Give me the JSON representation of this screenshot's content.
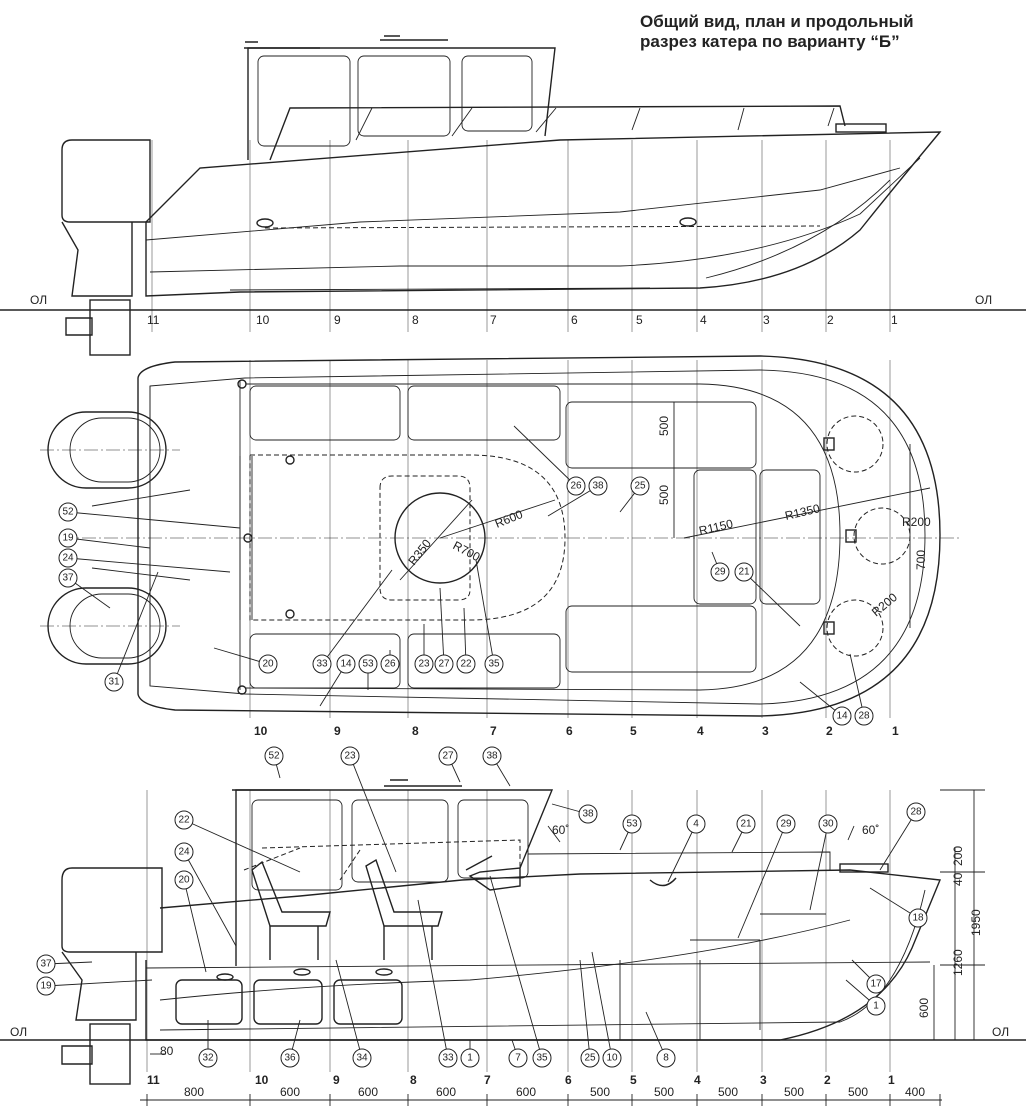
{
  "title": {
    "line1": "Общий вид, план и продольный",
    "line2": "разрез катера по варианту “Б”"
  },
  "waterline_label": "ОЛ",
  "frames": {
    "top": [
      "11",
      "10",
      "9",
      "8",
      "7",
      "6",
      "5",
      "4",
      "3",
      "2",
      "1"
    ],
    "plan": [
      "10",
      "9",
      "8",
      "7",
      "6",
      "5",
      "4",
      "3",
      "2",
      "1"
    ],
    "bottom": [
      "11",
      "10",
      "9",
      "8",
      "7",
      "6",
      "5",
      "4",
      "3",
      "2",
      "1"
    ]
  },
  "spacing": [
    "800",
    "600",
    "600",
    "600",
    "600",
    "500",
    "500",
    "500",
    "500",
    "500",
    "400"
  ],
  "plan_callouts": [
    "52",
    "19",
    "24",
    "37",
    "31",
    "20",
    "33",
    "14",
    "53",
    "26",
    "23",
    "27",
    "22",
    "35",
    "26",
    "38",
    "25",
    "29",
    "21",
    "14",
    "28"
  ],
  "plan_dims": {
    "d500a": "500",
    "d500b": "500",
    "d700": "700",
    "r1150": "R1150",
    "r1350": "R1350",
    "r200a": "R200",
    "r200b": "R200",
    "r600": "R600",
    "r350": "R350",
    "r700": "R700"
  },
  "section_callouts": [
    "52",
    "23",
    "27",
    "38",
    "38",
    "53",
    "4",
    "21",
    "29",
    "30",
    "28",
    "22",
    "24",
    "20",
    "37",
    "19",
    "18",
    "17",
    "1",
    "32",
    "36",
    "34",
    "33",
    "1",
    "7",
    "35",
    "25",
    "10",
    "8"
  ],
  "section_dims": {
    "d80": "80",
    "a60a": "60˚",
    "a60b": "60˚",
    "h200": "200",
    "h40": "40",
    "h1950": "1950",
    "h1260": "1260",
    "h600": "600"
  }
}
